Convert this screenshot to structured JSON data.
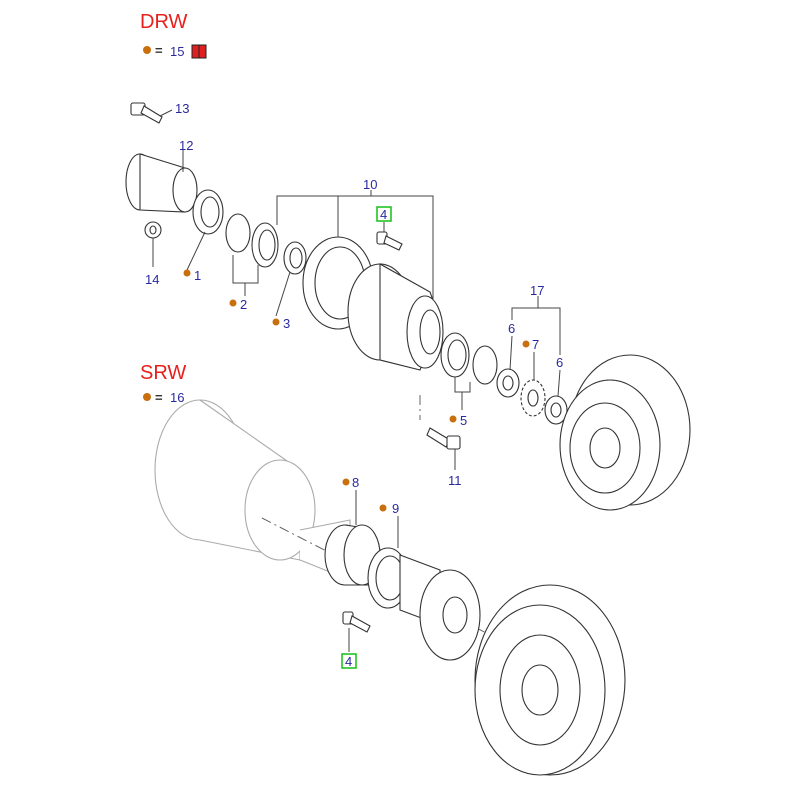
{
  "sections": {
    "drw": {
      "title": "DRW",
      "legend_equals": "=",
      "legend_ref": "15"
    },
    "srw": {
      "title": "SRW",
      "legend_equals": "=",
      "legend_ref": "16"
    }
  },
  "callouts": {
    "c13": "13",
    "c12": "12",
    "c14": "14",
    "c1": "1",
    "c2": "2",
    "c3": "3",
    "c10": "10",
    "c4a": "4",
    "c17": "17",
    "c6a": "6",
    "c6b": "6",
    "c7": "7",
    "c5": "5",
    "c11": "11",
    "c8": "8",
    "c9": "9",
    "c4b": "4"
  },
  "colors": {
    "title": "#e8201c",
    "number": "#2a2aa0",
    "dot": "#c8700e",
    "highlight": "#22c522"
  }
}
